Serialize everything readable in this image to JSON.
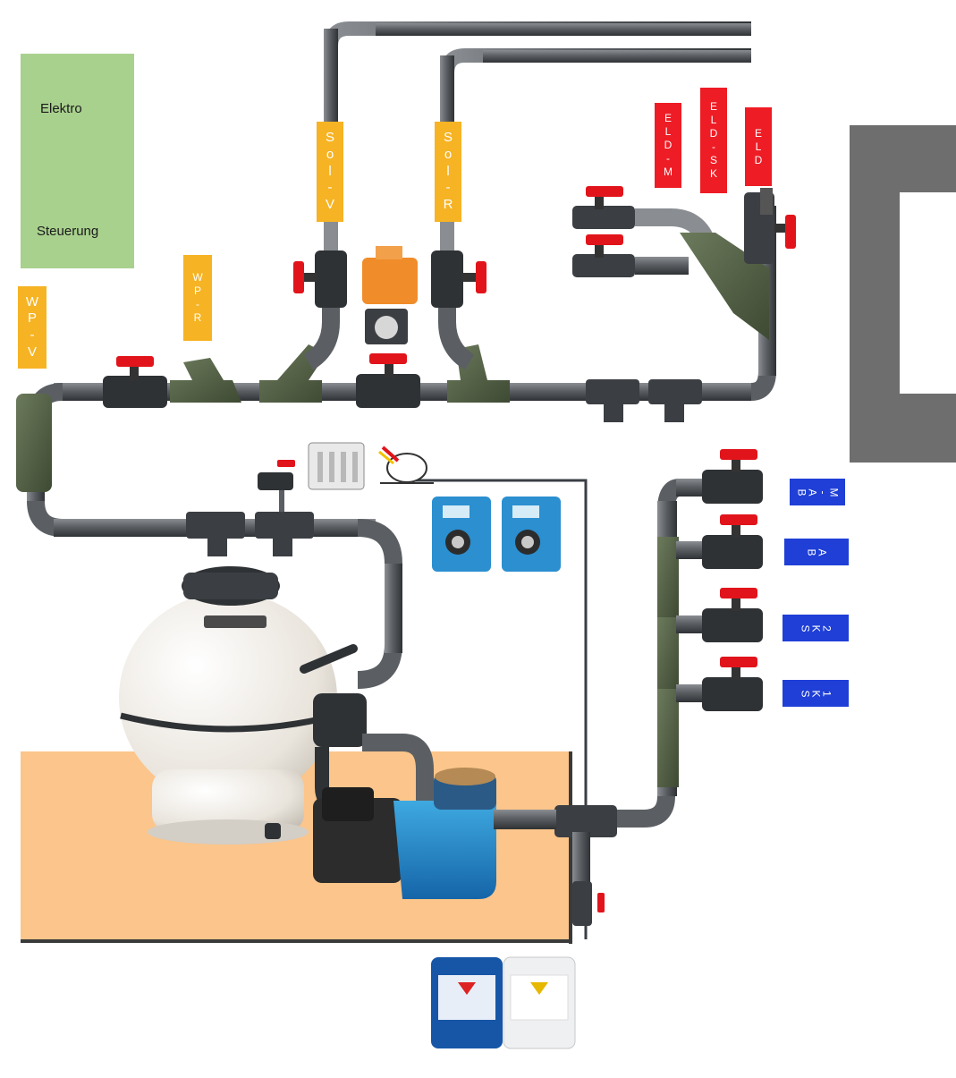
{
  "elektro_box": {
    "line1": "Elektro",
    "line2": "Steuerung"
  },
  "labels": {
    "sol_v": [
      "S",
      "o",
      "l",
      "-",
      "V"
    ],
    "sol_r": [
      "S",
      "o",
      "l",
      "-",
      "R"
    ],
    "wp_v": [
      "W",
      "P",
      "-",
      "V"
    ],
    "wp_r": [
      "W",
      "P",
      "-",
      "R"
    ],
    "eld_m": [
      "E",
      "L",
      "D",
      "-",
      "M"
    ],
    "eld_sk": [
      "E",
      "L",
      "D",
      "-",
      "S",
      "K"
    ],
    "eld": [
      "E",
      "L",
      "D"
    ],
    "ba_m": [
      "B",
      "A",
      "-",
      "M"
    ],
    "ba": [
      "B",
      "A"
    ],
    "sk2": [
      "S",
      "K",
      "2"
    ],
    "sk1": [
      "S",
      "K",
      "1"
    ]
  },
  "colors": {
    "pipe": "#5b5f63",
    "fitting": "#4b5a3f",
    "valve_handle": "#e1141b",
    "label_yellow": "#f6b323",
    "label_red": "#ee1c25",
    "label_blue": "#1f3fd6",
    "elektro_green": "#a9d18e",
    "floor_orange": "#fbc58b",
    "wall_grey": "#6e6e6e"
  }
}
